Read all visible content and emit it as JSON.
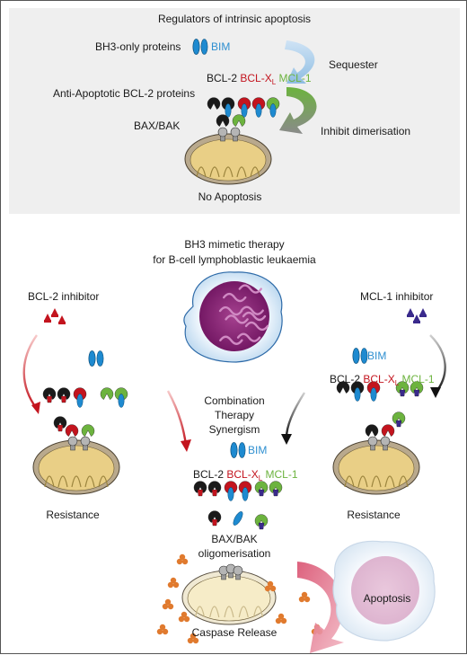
{
  "top": {
    "title": "Regulators of intrinsic apoptosis",
    "bh3_label": "BH3-only proteins",
    "bim": "BIM",
    "sequester": "Sequester",
    "anti_label": "Anti-Apoptotic BCL-2 proteins",
    "bcl2": "BCL-2",
    "bclx": "BCL-X",
    "bclx_sub": "L",
    "mcl1": "MCL-1",
    "baxbak": "BAX/BAK",
    "inhibit": "Inhibit dimerisation",
    "no_apoptosis": "No Apoptosis"
  },
  "bottom": {
    "title_line1": "BH3 mimetic therapy",
    "title_line2": "for B-cell lymphoblastic leukaemia",
    "bcl2_inhibitor": "BCL-2 inhibitor",
    "mcl1_inhibitor": "MCL-1 inhibitor",
    "combo_line1": "Combination",
    "combo_line2": "Therapy",
    "combo_line3": "Synergism",
    "resistance": "Resistance",
    "oligo_line1": "BAX/BAK",
    "oligo_line2": "oligomerisation",
    "caspase": "Caspase Release",
    "apoptosis": "Apoptosis"
  },
  "colors": {
    "bim_blue": "#1e8ad0",
    "bcl2_black": "#1a1a1a",
    "bclx_red": "#c3141e",
    "mcl1_green": "#6cb33e",
    "inhibitor_red": "#c3141e",
    "inhibitor_purple": "#3a2a8c",
    "mito_fill": "#e9cf86",
    "caspase_orange": "#e07a2e"
  }
}
